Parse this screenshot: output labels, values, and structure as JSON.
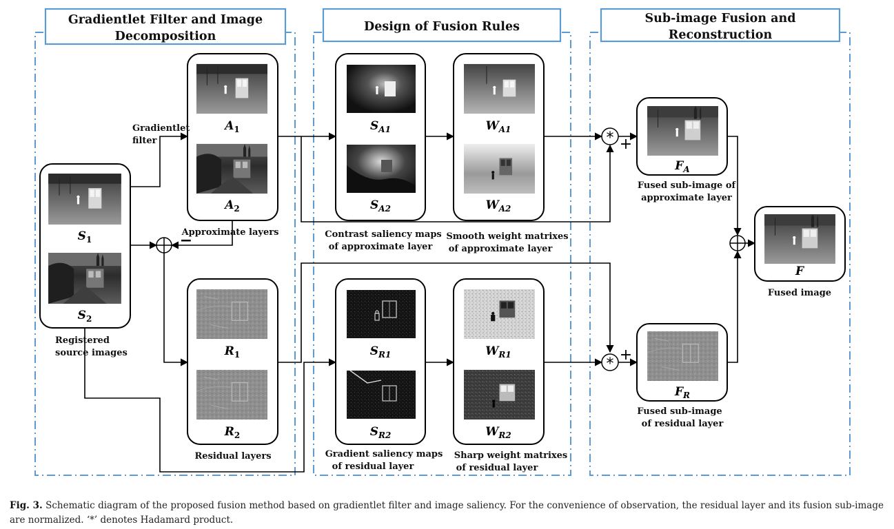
{
  "sections": {
    "left": "Gradientlet Filter and Image Decomposition",
    "middle": "Design of Fusion Rules",
    "right": "Sub-image Fusion and Reconstruction"
  },
  "labels": {
    "S": "S",
    "A": "A",
    "R": "R",
    "W": "W",
    "F": "F",
    "sub1": "1",
    "sub2": "2",
    "subA1": "A1",
    "subA2": "A2",
    "subR1": "R1",
    "subR2": "R2",
    "subA": "A",
    "subR": "R"
  },
  "notes": {
    "gradientlet_filter_1": "Gradientlet",
    "gradientlet_filter_2": "filter",
    "approximate_layers": "Approximate layers",
    "residual_layers": "Residual layers",
    "registered_1": "Registered",
    "registered_2": "source images",
    "contrast_1": "Contrast saliency maps",
    "contrast_2": "of approximate layer",
    "smooth_1": "Smooth weight matrixes",
    "smooth_2": "of approximate layer",
    "gradient_1": "Gradient saliency maps",
    "gradient_2": "of residual layer",
    "sharp_1": "Sharp weight matrixes",
    "sharp_2": "of residual layer",
    "fused_approx_1": "Fused sub-image of",
    "fused_approx_2": "approximate layer",
    "fused_res_1": "Fused sub-image",
    "fused_res_2": "of residual layer",
    "fused_image": "Fused image"
  },
  "operators": {
    "minus": "−",
    "plus": "+",
    "hadamard": "*"
  },
  "caption": {
    "label": "Fig. 3.",
    "text": "Schematic diagram of the proposed fusion method based on gradientlet filter and image saliency. For the convenience of observation, the residual layer and its fusion sub-image are normalized. ‘*’ denotes Hadamard product."
  },
  "colors": {
    "section_border": "#5b9bd5",
    "dashdot": "#5b9bd5",
    "line": "#000000",
    "box_border": "#000000"
  }
}
